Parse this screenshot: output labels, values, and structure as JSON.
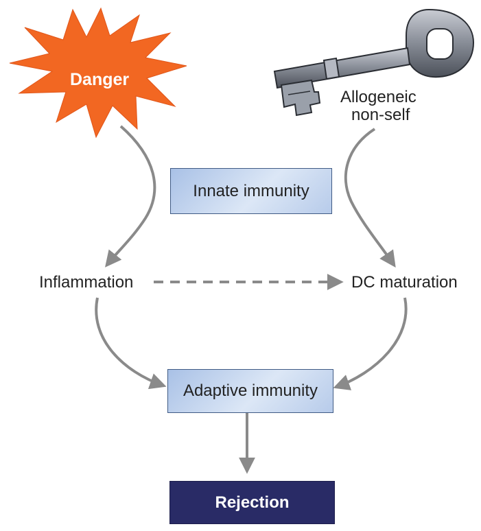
{
  "nodes": {
    "danger": "Danger",
    "allogeneic_line1": "Allogeneic",
    "allogeneic_line2": "non-self",
    "innate": "Innate immunity",
    "inflammation": "Inflammation",
    "dc_maturation": "DC maturation",
    "adaptive": "Adaptive immunity",
    "rejection": "Rejection"
  },
  "colors": {
    "danger": "#f26722",
    "box_fill": "#b7cbea",
    "rejection_fill": "#292b66",
    "arrow": "#8a8a8a"
  },
  "icons": [
    "starburst-icon",
    "key-icon"
  ]
}
